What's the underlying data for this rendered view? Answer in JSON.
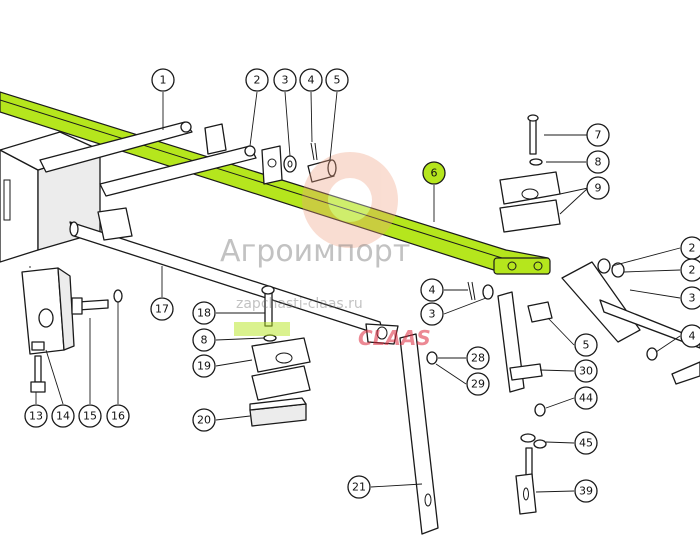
{
  "watermark": {
    "brand": "Агроимпорт",
    "site": "zapchasti-claas.ru",
    "logo_text": "CLAAS"
  },
  "highlight_color": "#b5e61d",
  "callouts": {
    "c1": "1",
    "c2": "2",
    "c3": "3",
    "c4": "4",
    "c5": "5",
    "c6": "6",
    "c7": "7",
    "c8": "8",
    "c9": "9",
    "c2a": "2",
    "c2b": "2",
    "c3b": "3",
    "c4b": "4",
    "c4c": "4",
    "c3c": "3",
    "c5c": "5",
    "c18": "18",
    "c8b": "8",
    "c19": "19",
    "c20": "20",
    "c13": "13",
    "c14": "14",
    "c15": "15",
    "c16": "16",
    "c17": "17",
    "c21": "21",
    "c28": "28",
    "c29": "29",
    "c30": "30",
    "c44": "44",
    "c45": "45",
    "c39": "39"
  }
}
